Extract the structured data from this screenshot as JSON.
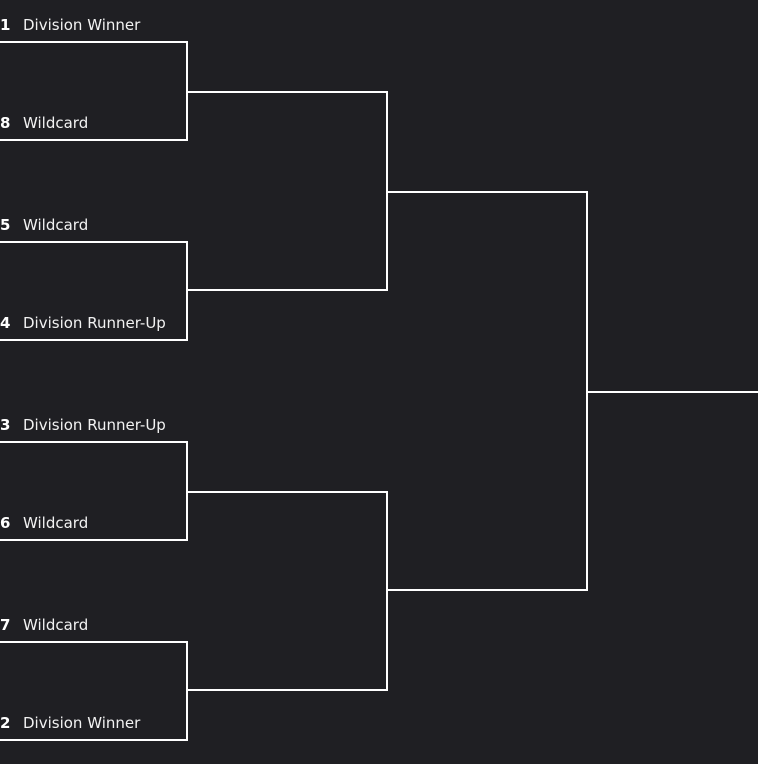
{
  "bracket": {
    "line_color": "#ffffff",
    "background": "#1f1f23",
    "teams": [
      {
        "seed": "1",
        "label": "Division Winner"
      },
      {
        "seed": "8",
        "label": "Wildcard"
      },
      {
        "seed": "5",
        "label": "Wildcard"
      },
      {
        "seed": "4",
        "label": "Division Runner-Up"
      },
      {
        "seed": "3",
        "label": "Division Runner-Up"
      },
      {
        "seed": "6",
        "label": "Wildcard"
      },
      {
        "seed": "7",
        "label": "Wildcard"
      },
      {
        "seed": "2",
        "label": "Division Winner"
      }
    ]
  }
}
